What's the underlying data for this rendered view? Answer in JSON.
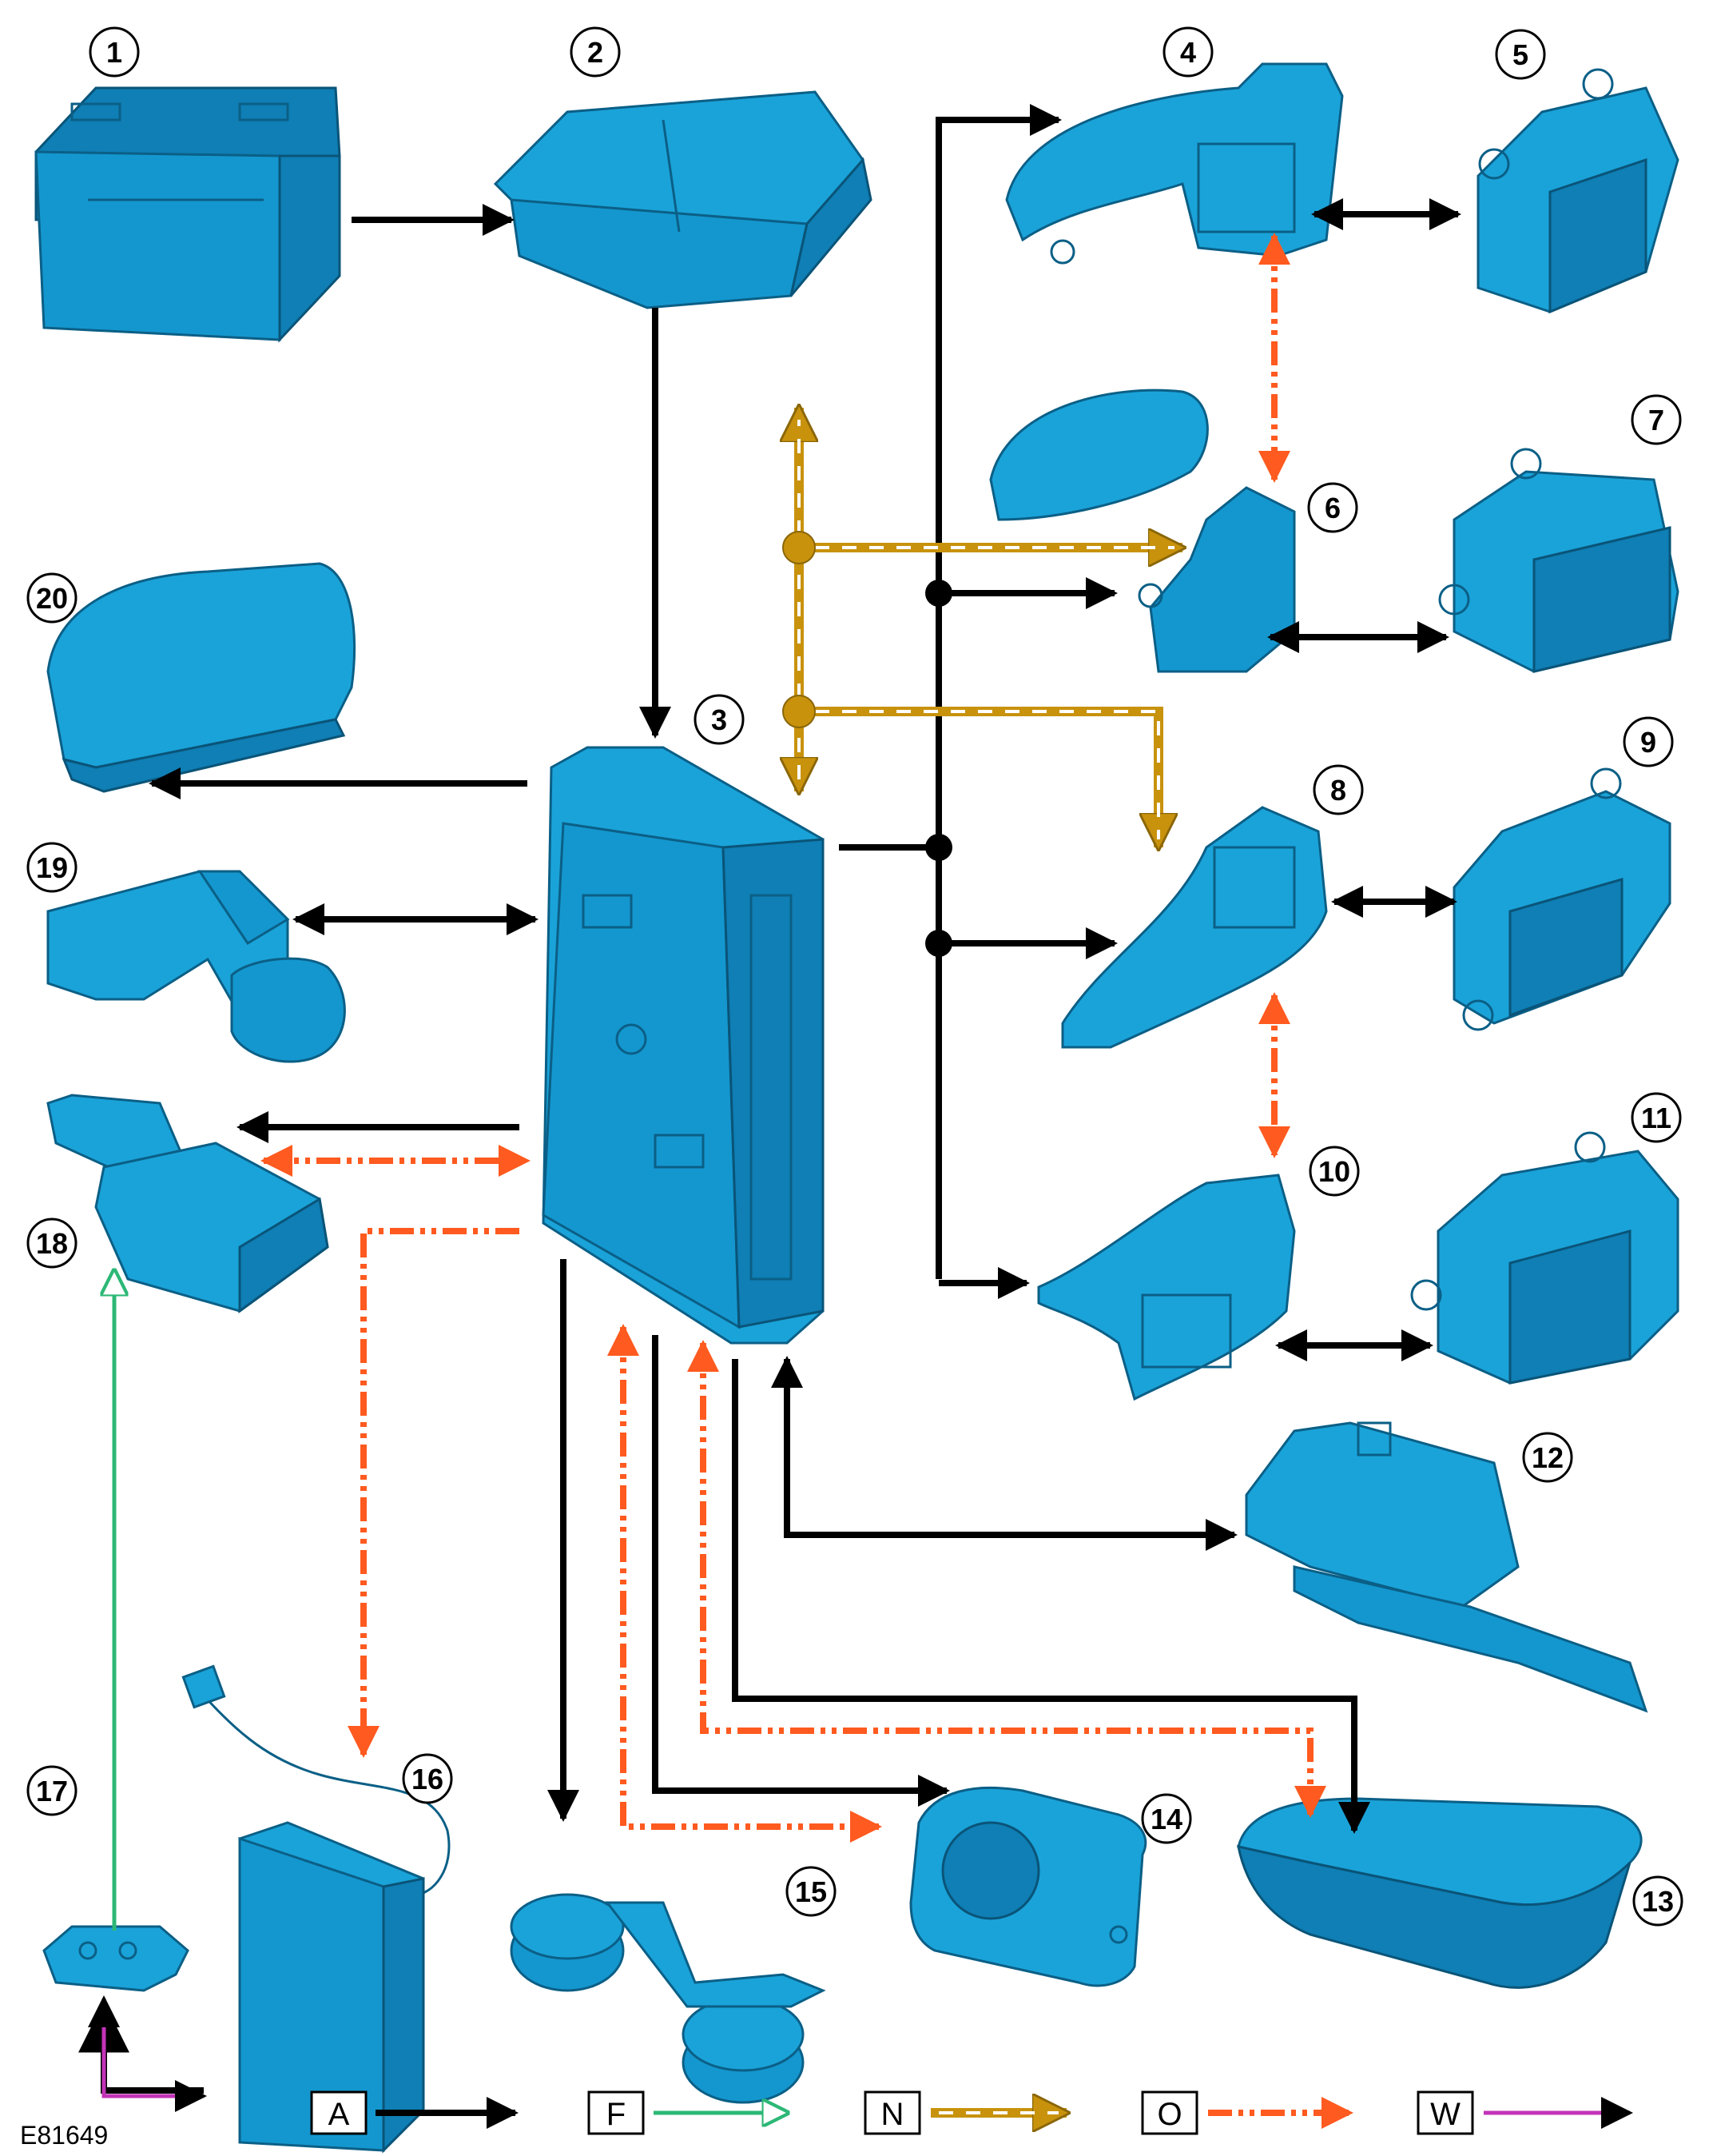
{
  "diagram": {
    "callouts": [
      "1",
      "2",
      "3",
      "4",
      "5",
      "6",
      "7",
      "8",
      "9",
      "10",
      "11",
      "12",
      "13",
      "14",
      "15",
      "16",
      "17",
      "18",
      "19",
      "20"
    ],
    "figure_code": "E81649",
    "legend": [
      {
        "code": "A",
        "line_style": "solid",
        "color": "#000000"
      },
      {
        "code": "F",
        "line_style": "solid",
        "color": "#2cb876"
      },
      {
        "code": "N",
        "line_style": "dashed-white",
        "color": "#c8920c"
      },
      {
        "code": "O",
        "line_style": "dash-dot-dot",
        "color": "#ff5a1f"
      },
      {
        "code": "W",
        "line_style": "solid",
        "color": "#c233b8"
      }
    ]
  }
}
